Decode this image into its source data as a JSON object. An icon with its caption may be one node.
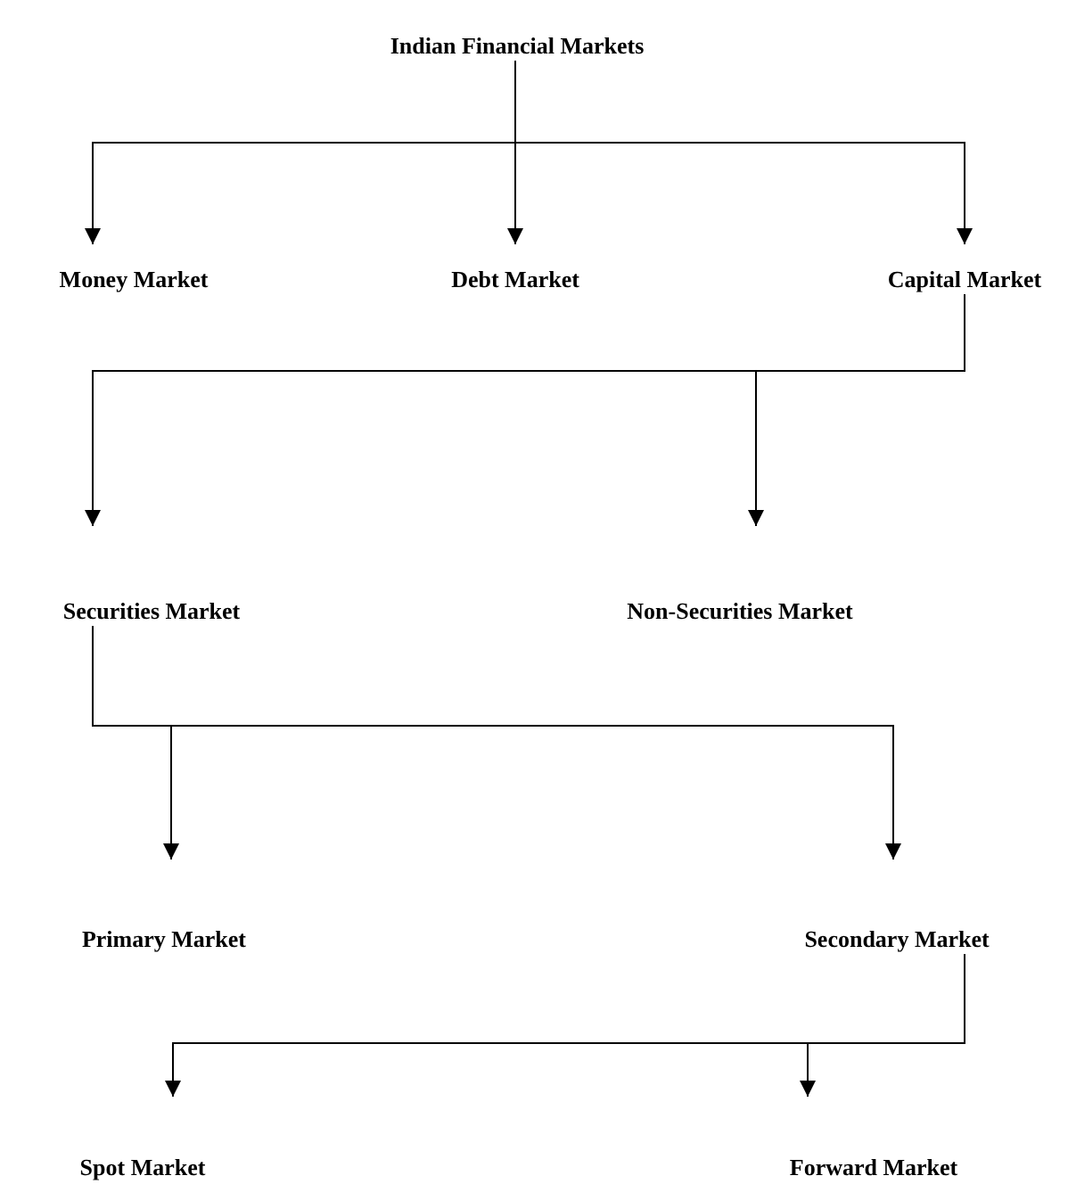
{
  "diagram": {
    "nodes": [
      {
        "text": [
          "Indian Financial Markets"
        ]
      },
      {
        "text": [
          "Money Market"
        ]
      },
      {
        "text": [
          "Debt Market"
        ]
      },
      {
        "text": [
          "Capital Market"
        ]
      },
      {
        "text": [
          "Securities Market"
        ]
      },
      {
        "text": [
          "Non-Securities Market"
        ]
      },
      {
        "text": [
          "Primary Market"
        ]
      },
      {
        "text": [
          "Secondary Market"
        ]
      },
      {
        "text": [
          "Spot Market"
        ]
      },
      {
        "text": [
          "Forward Market"
        ]
      }
    ],
    "edges": [
      {
        "from": 0,
        "to": 1,
        "arrow": "to"
      },
      {
        "from": 0,
        "to": 2,
        "arrow": "to"
      },
      {
        "from": 0,
        "to": 3,
        "arrow": "to"
      },
      {
        "from": 3,
        "to": 4,
        "arrow": "to"
      },
      {
        "from": 3,
        "to": 5,
        "arrow": "to"
      },
      {
        "from": 4,
        "to": 6,
        "arrow": "to"
      },
      {
        "from": 4,
        "to": 7,
        "arrow": "to"
      },
      {
        "from": 7,
        "to": 8,
        "arrow": "to"
      },
      {
        "from": 7,
        "to": 9,
        "arrow": "to"
      }
    ]
  }
}
